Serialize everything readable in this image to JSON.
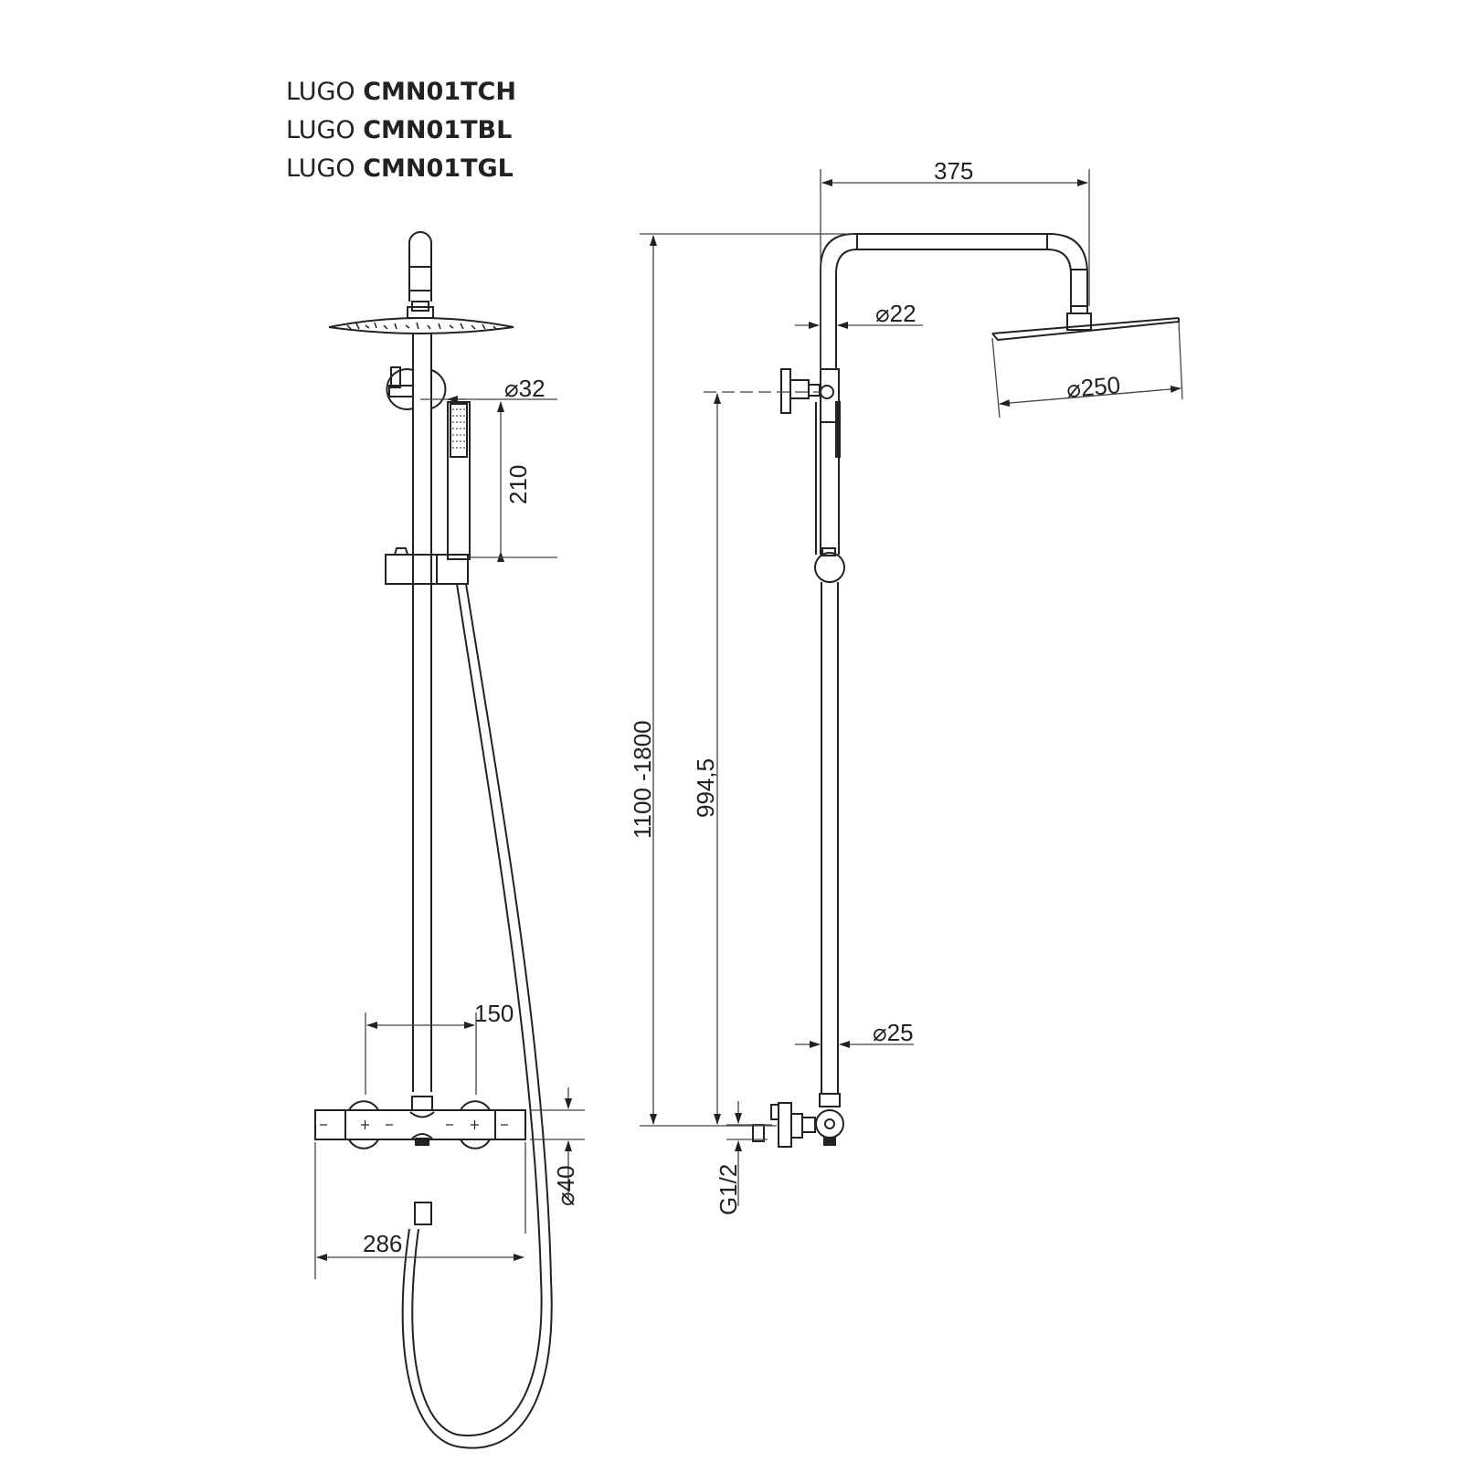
{
  "titles": [
    {
      "brand": "LUGO",
      "code": "CMN01TCH"
    },
    {
      "brand": "LUGO",
      "code": "CMN01TBL"
    },
    {
      "brand": "LUGO",
      "code": "CMN01TGL"
    }
  ],
  "front_view": {
    "dimensions": {
      "hand_shower_diameter": "⌀32",
      "hand_shower_length": "210",
      "valve_spacing": "150",
      "body_diameter": "⌀40",
      "body_width": "286"
    }
  },
  "side_view": {
    "dimensions": {
      "arm_reach": "375",
      "riser_upper_diameter": "⌀22",
      "head_diameter": "⌀250",
      "height_range": "1100 -1800",
      "outlet_height": "994,5",
      "riser_lower_diameter": "⌀25",
      "connection_thread": "G1/2"
    }
  },
  "colors": {
    "line": "#222222",
    "dimline": "#444444",
    "background": "#ffffff"
  }
}
